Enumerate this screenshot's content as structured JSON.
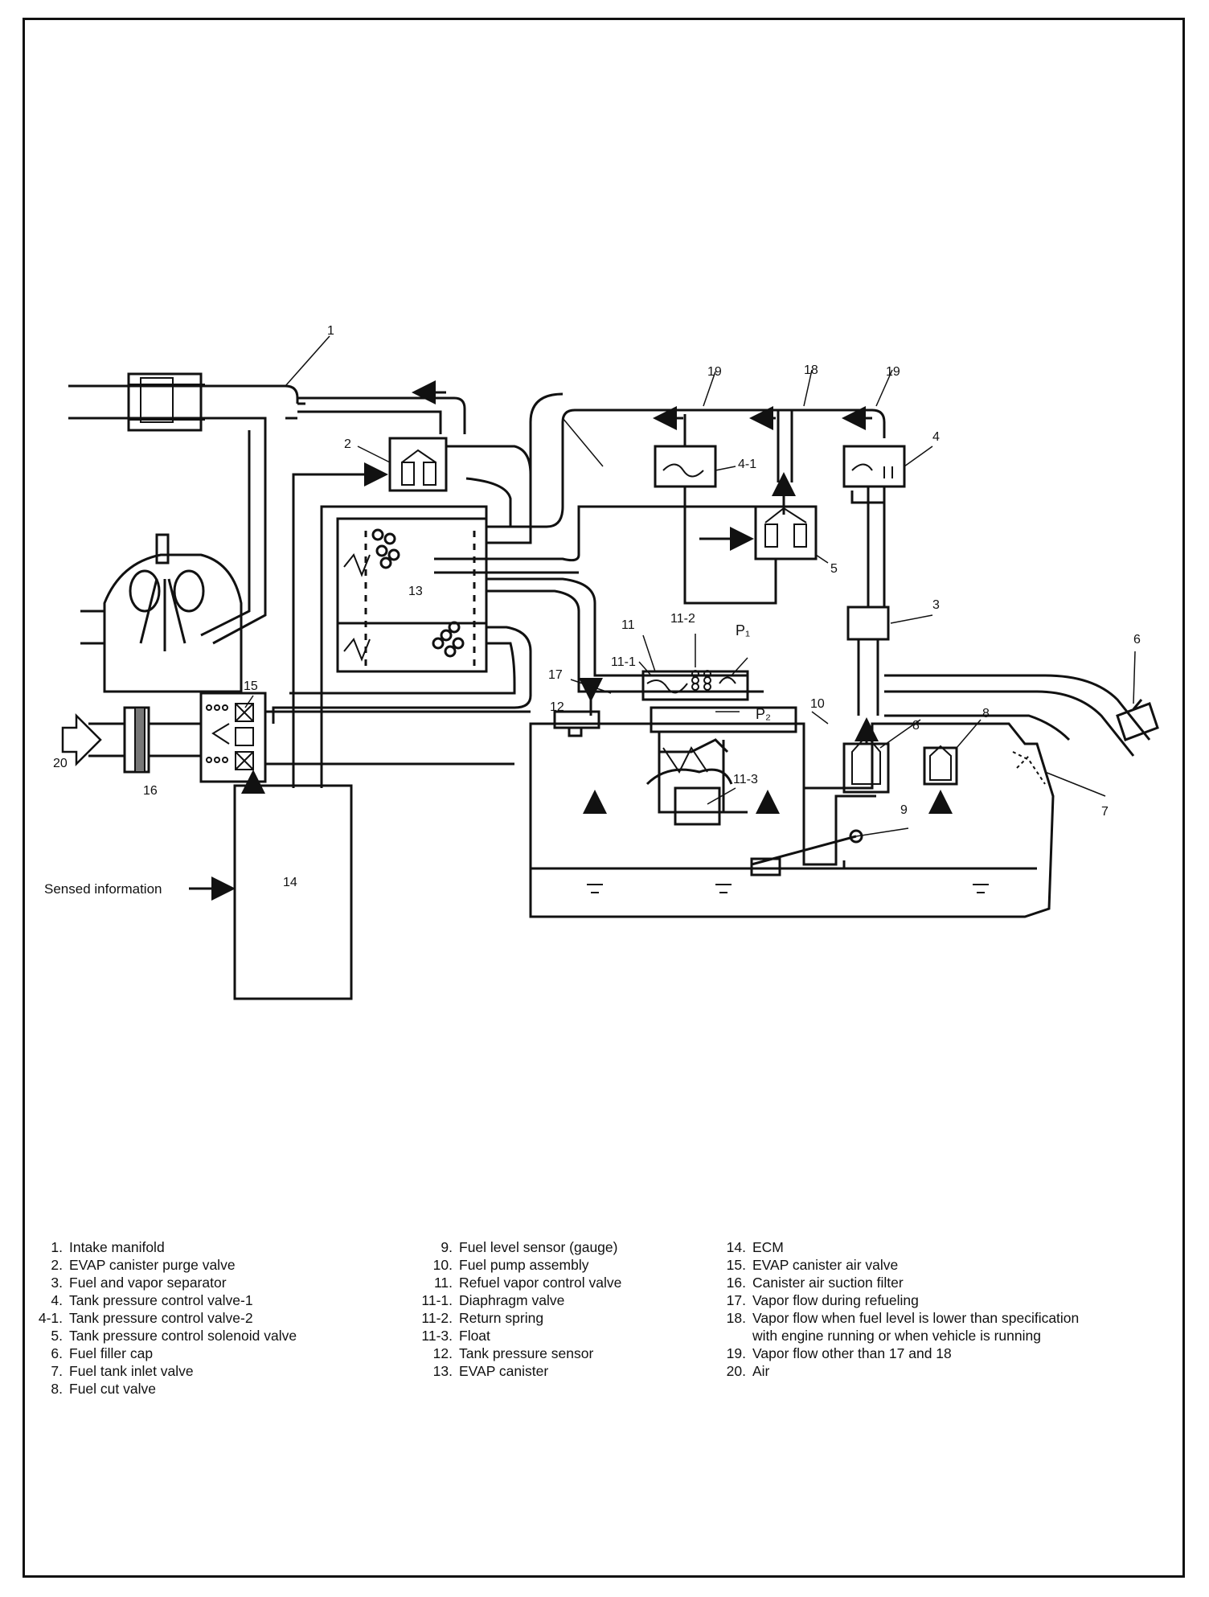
{
  "diagram": {
    "callouts": {
      "c1": "1",
      "c2": "2",
      "c3": "3",
      "c4": "4",
      "c4_1": "4-1",
      "c5": "5",
      "c6": "6",
      "c7": "7",
      "c8a": "8",
      "c8b": "8",
      "c9": "9",
      "c10": "10",
      "c11": "11",
      "c11_1": "11-1",
      "c11_2": "11-2",
      "c11_3": "11-3",
      "c12": "12",
      "c13": "13",
      "c14": "14",
      "c15": "15",
      "c16": "16",
      "c17": "17",
      "c18": "18",
      "c19a": "19",
      "c19b": "19",
      "c20": "20",
      "p1": "P₁",
      "p2": "P₂",
      "sensed": "Sensed information"
    }
  },
  "legend": {
    "col1": [
      {
        "num": "1.",
        "text": "Intake manifold"
      },
      {
        "num": "2.",
        "text": "EVAP canister purge valve"
      },
      {
        "num": "3.",
        "text": "Fuel and vapor separator"
      },
      {
        "num": "4.",
        "text": "Tank pressure control valve-1"
      },
      {
        "num": "4-1.",
        "text": "Tank pressure control valve-2"
      },
      {
        "num": "5.",
        "text": "Tank pressure control solenoid valve"
      },
      {
        "num": "6.",
        "text": "Fuel filler cap"
      },
      {
        "num": "7.",
        "text": "Fuel tank inlet valve"
      },
      {
        "num": "8.",
        "text": "Fuel cut valve"
      }
    ],
    "col2": [
      {
        "num": "9.",
        "text": "Fuel level sensor (gauge)"
      },
      {
        "num": "10.",
        "text": "Fuel pump assembly"
      },
      {
        "num": "11.",
        "text": "Refuel vapor control valve"
      },
      {
        "num": "11-1.",
        "text": "Diaphragm valve"
      },
      {
        "num": "11-2.",
        "text": "Return spring"
      },
      {
        "num": "11-3.",
        "text": "Float"
      },
      {
        "num": "12.",
        "text": "Tank pressure sensor"
      },
      {
        "num": "13.",
        "text": "EVAP canister"
      }
    ],
    "col3": [
      {
        "num": "14.",
        "text": "ECM"
      },
      {
        "num": "15.",
        "text": "EVAP canister air valve"
      },
      {
        "num": "16.",
        "text": "Canister air suction filter"
      },
      {
        "num": "17.",
        "text": "Vapor flow during refueling"
      },
      {
        "num": "18.",
        "text": "Vapor flow when fuel level is lower than specification"
      },
      {
        "num": "",
        "text": "with engine running or when vehicle is running"
      },
      {
        "num": "19.",
        "text": "Vapor flow other than 17 and 18"
      },
      {
        "num": "20.",
        "text": "Air"
      }
    ]
  }
}
